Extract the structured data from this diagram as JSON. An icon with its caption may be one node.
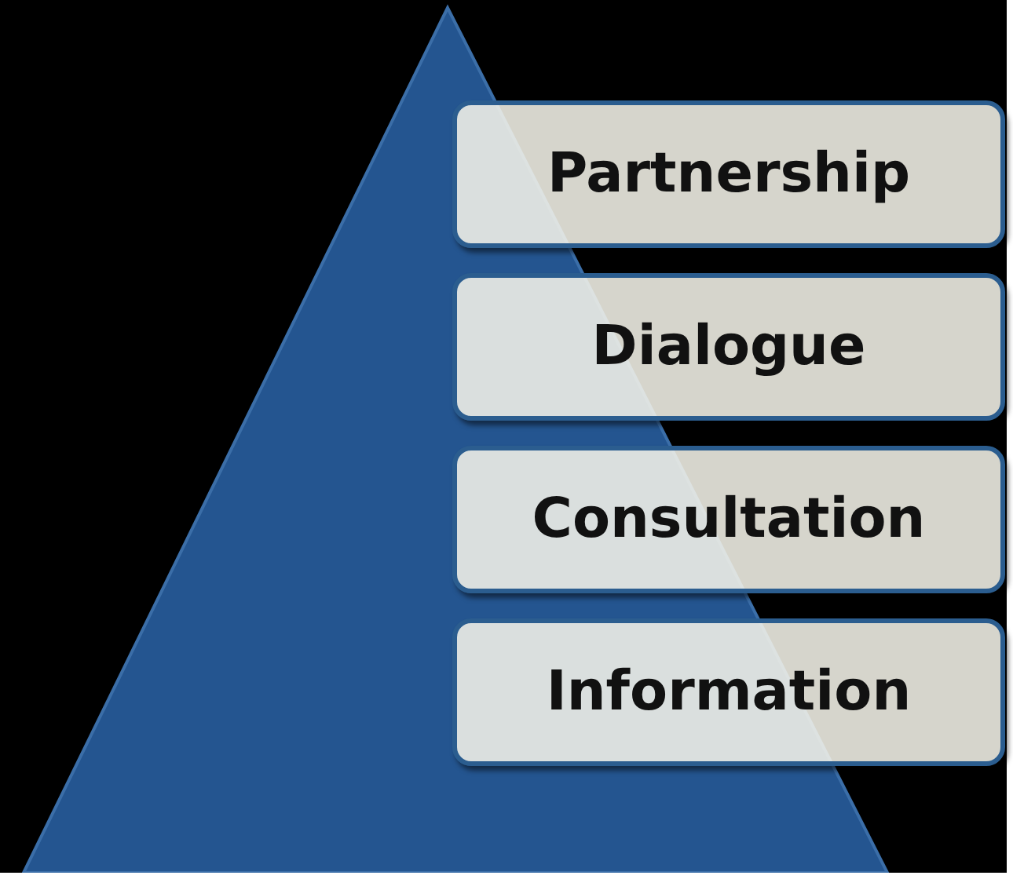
{
  "diagram": {
    "nodes": [
      {
        "text": [
          "Partnership"
        ]
      },
      {
        "text": [
          "Dialogue"
        ]
      },
      {
        "text": [
          "Consultation"
        ]
      },
      {
        "text": [
          "Information"
        ]
      }
    ]
  }
}
